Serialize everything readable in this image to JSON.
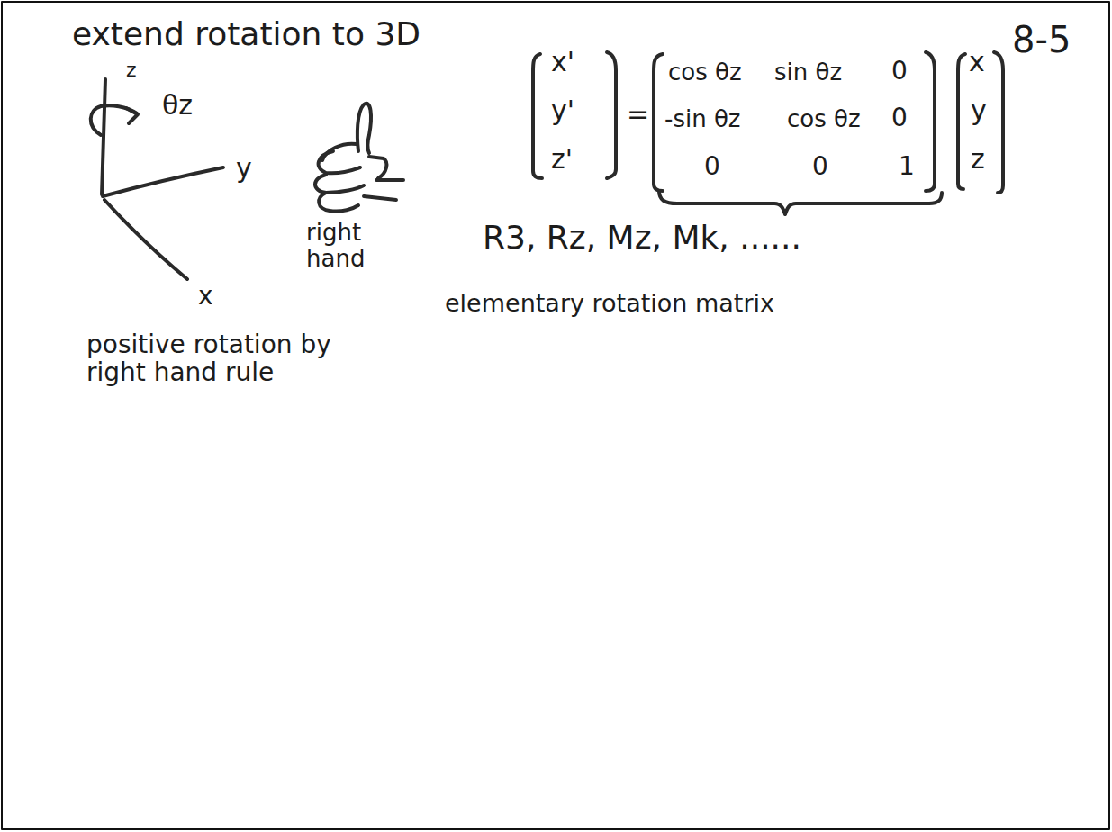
{
  "diagram": {
    "title": "extend rotation to 3D",
    "labels": [
      "8-5",
      "z",
      "θz",
      "y",
      "x",
      "right hand",
      "positive rotation by right hand rule",
      "x'",
      "y'",
      "z'",
      "=",
      "cos θz",
      "sin θz",
      "0",
      "-sin θz",
      "cos θz",
      "0",
      "0",
      "0",
      "1",
      "x",
      "y",
      "z",
      "R3, Rz, Mz, Mk, ......",
      "elementary rotation matrix"
    ]
  }
}
